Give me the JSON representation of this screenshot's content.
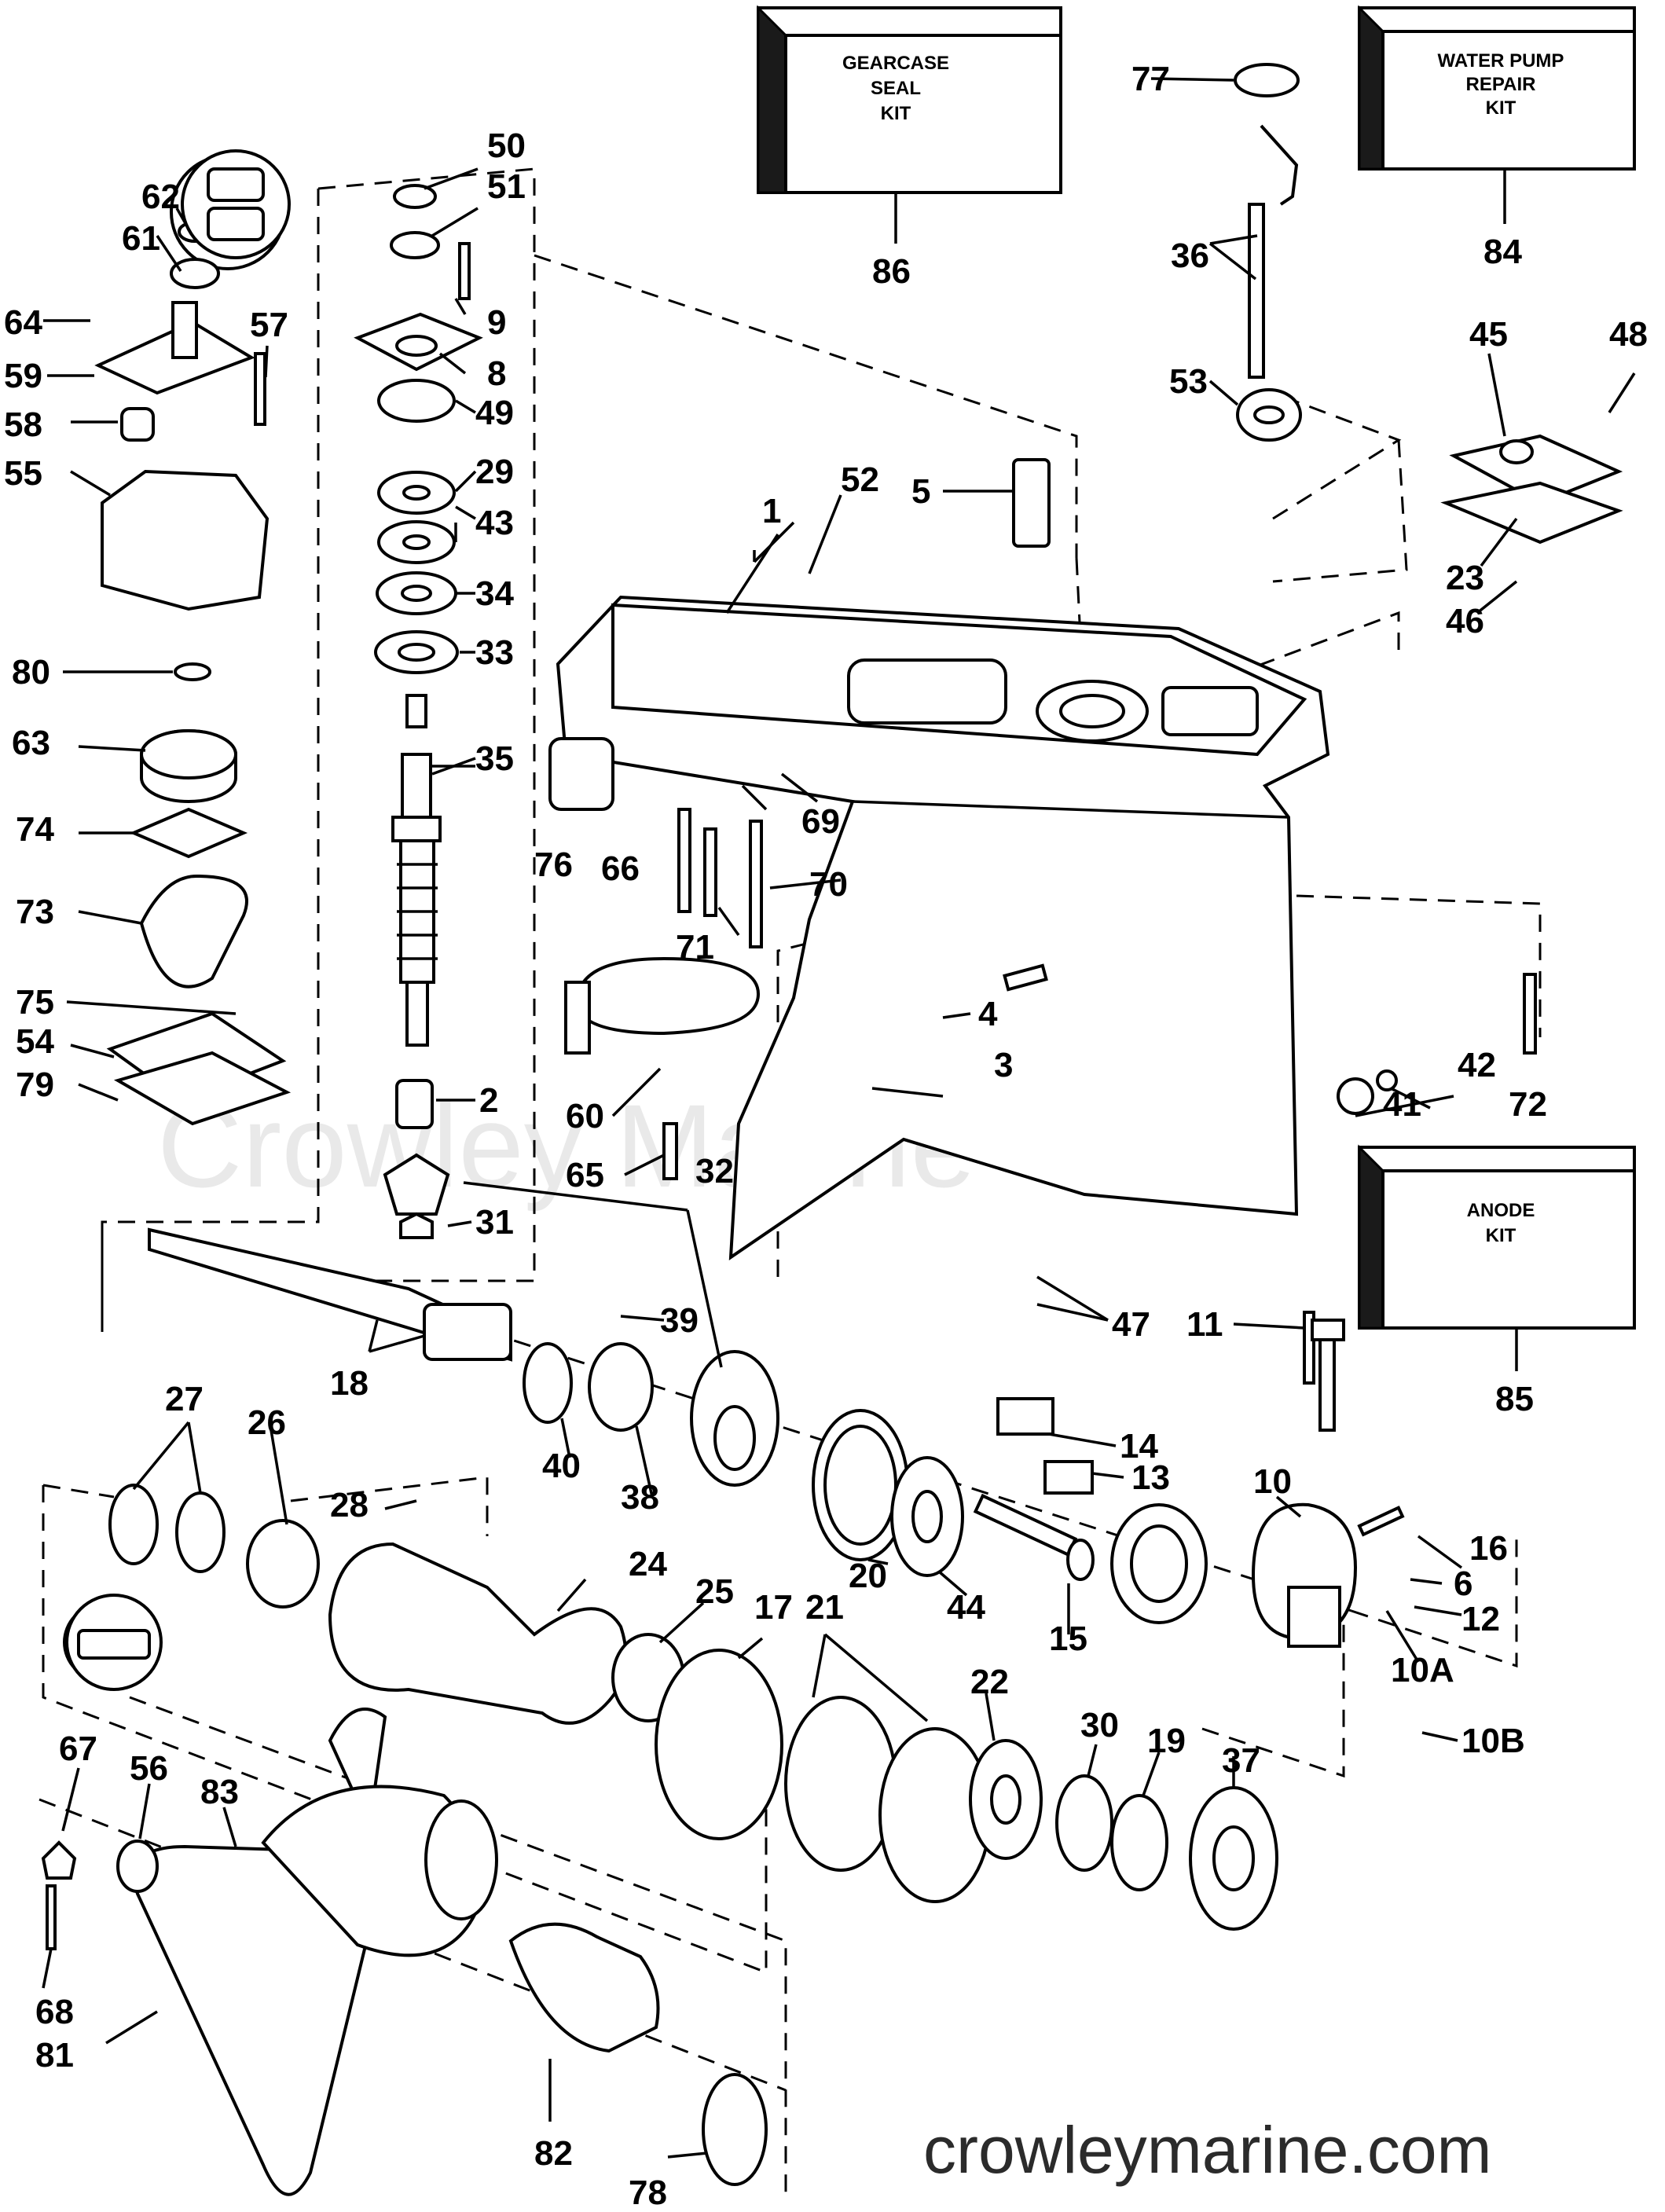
{
  "watermark": "Crowley Marine",
  "site_url": "crowleymarine.com",
  "kits": [
    {
      "id": "gearcase-seal",
      "lines": [
        "GEARCASE",
        "SEAL",
        "KIT"
      ],
      "number": "86"
    },
    {
      "id": "water-pump",
      "lines": [
        "WATER PUMP",
        "REPAIR",
        "KIT"
      ],
      "number": "84"
    },
    {
      "id": "anode",
      "lines": [
        "ANODE",
        "KIT"
      ],
      "number": "85"
    }
  ],
  "labels": {
    "p1": "1",
    "p2": "2",
    "p3": "3",
    "p4": "4",
    "p5": "5",
    "p6": "6",
    "p8": "8",
    "p9": "9",
    "p10": "10",
    "p10A": "10A",
    "p10B": "10B",
    "p11": "11",
    "p12": "12",
    "p13": "13",
    "p14": "14",
    "p15": "15",
    "p16": "16",
    "p17": "17",
    "p18": "18",
    "p19": "19",
    "p20": "20",
    "p21": "21",
    "p22": "22",
    "p23": "23",
    "p24": "24",
    "p25": "25",
    "p26": "26",
    "p27": "27",
    "p28": "28",
    "p29": "29",
    "p30": "30",
    "p31": "31",
    "p32": "32",
    "p33": "33",
    "p34": "34",
    "p35": "35",
    "p36": "36",
    "p37": "37",
    "p38": "38",
    "p39": "39",
    "p40": "40",
    "p41": "41",
    "p42": "42",
    "p43": "43",
    "p44": "44",
    "p45": "45",
    "p46": "46",
    "p47": "47",
    "p48": "48",
    "p49": "49",
    "p50": "50",
    "p51": "51",
    "p52": "52",
    "p53": "53",
    "p54": "54",
    "p55": "55",
    "p56": "56",
    "p57": "57",
    "p58": "58",
    "p59": "59",
    "p60": "60",
    "p61": "61",
    "p62": "62",
    "p63": "63",
    "p64": "64",
    "p65": "65",
    "p66": "66",
    "p67": "67",
    "p68": "68",
    "p69": "69",
    "p70": "70",
    "p71": "71",
    "p72": "72",
    "p73": "73",
    "p74": "74",
    "p75": "75",
    "p76": "76",
    "p77": "77",
    "p78": "78",
    "p79": "79",
    "p80": "80",
    "p81": "81",
    "p82": "82",
    "p83": "83"
  }
}
